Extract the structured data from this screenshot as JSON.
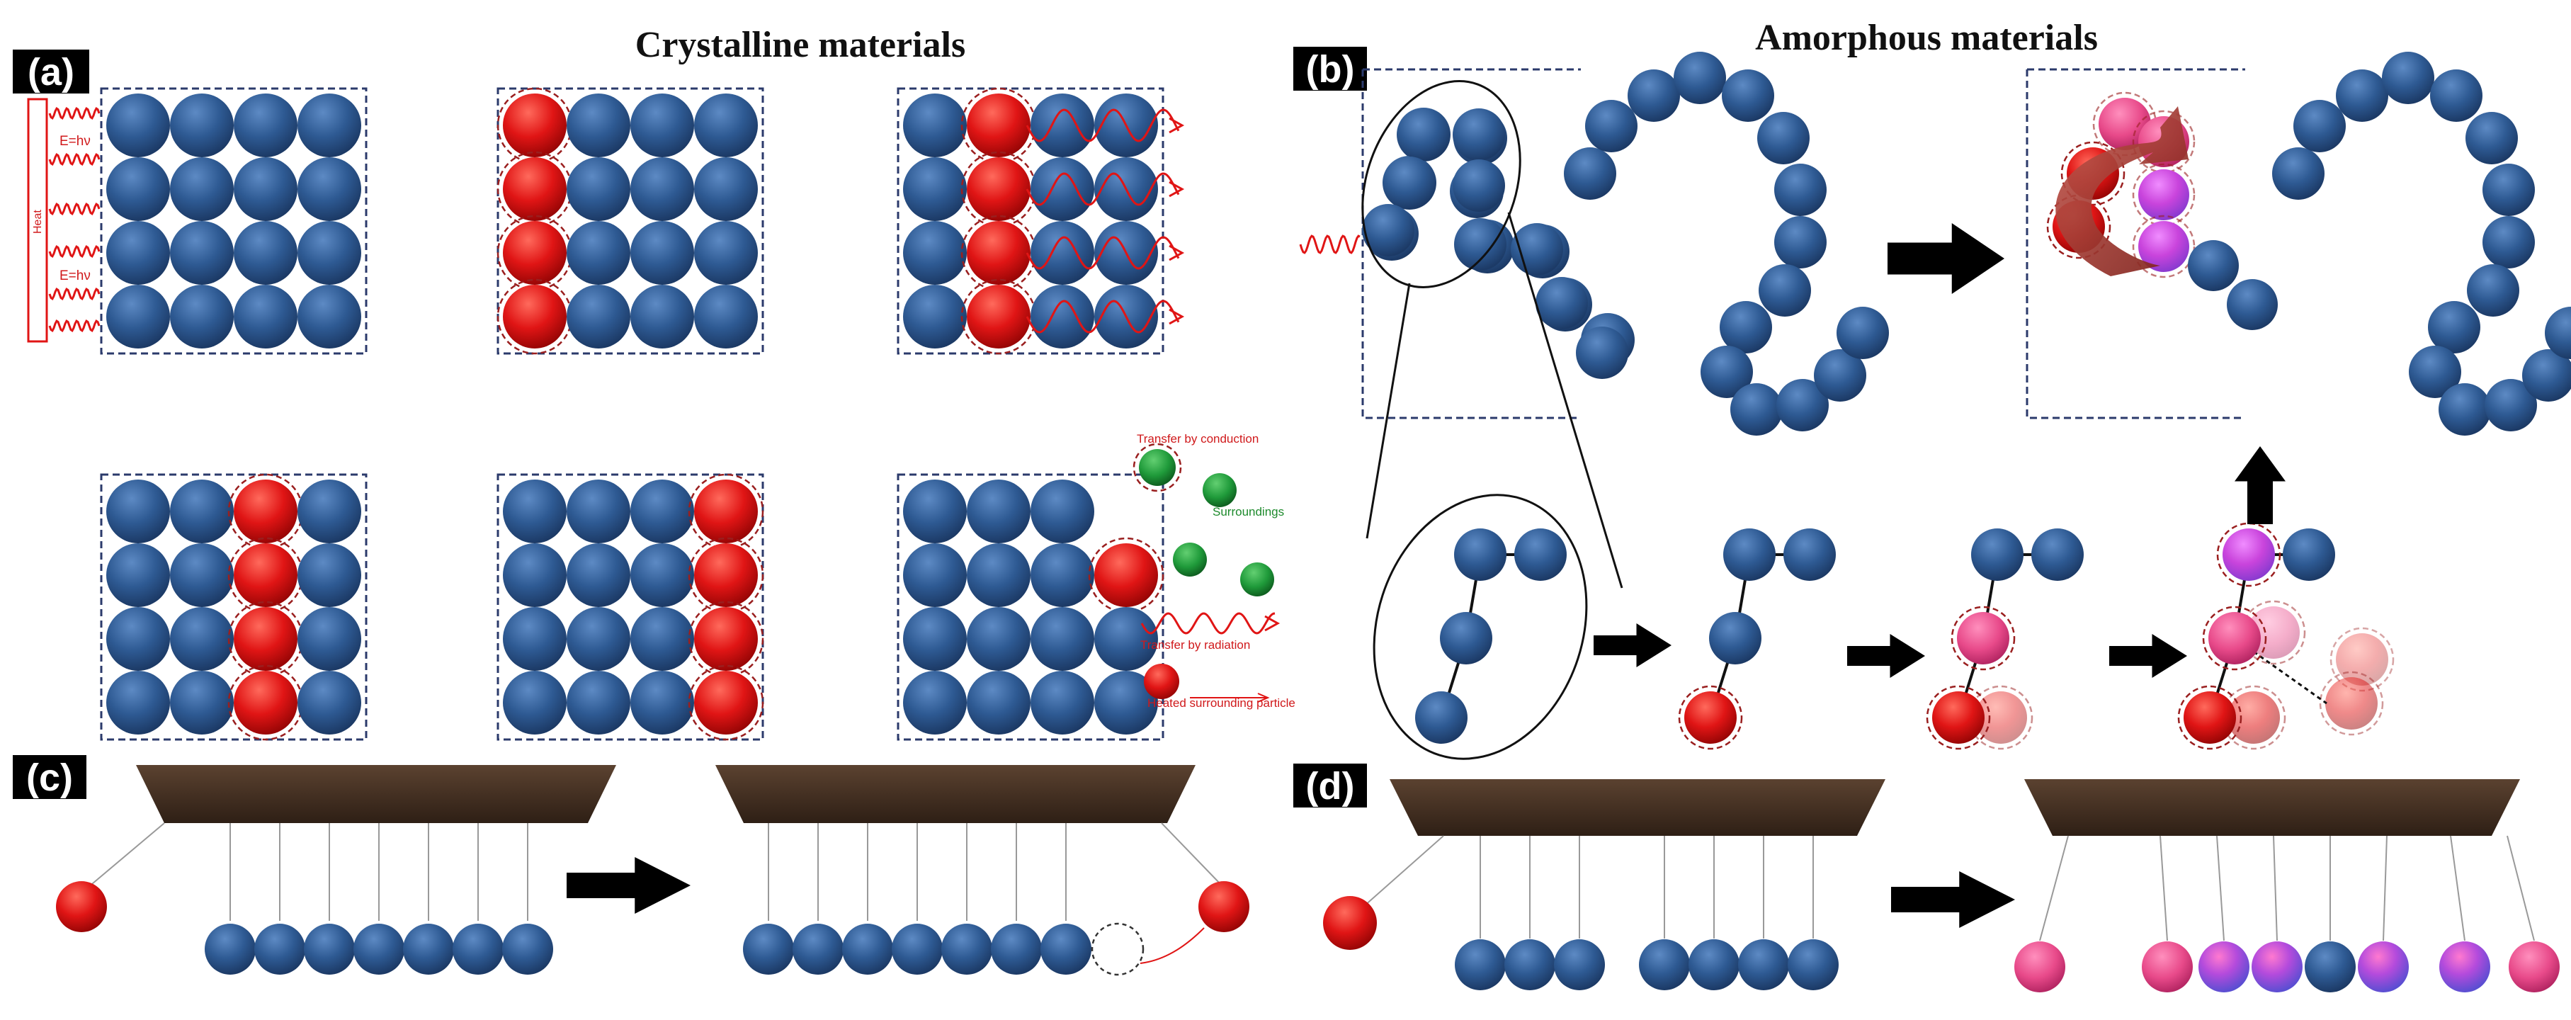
{
  "titles": {
    "crystalline": "Crystalline materials",
    "amorphous": "Amorphous materials"
  },
  "panels": {
    "a": "(a)",
    "b": "(b)",
    "c": "(c)",
    "d": "(d)"
  },
  "panel_a": {
    "heat_label": "Heat",
    "energy_label_1": "E=hν",
    "energy_label_2": "E=hν",
    "legend": {
      "conduction": "Transfer by conduction",
      "surroundings": "Surroundings",
      "radiation": "Transfer by radiation",
      "heated_particle": "Heated surrounding particle"
    }
  },
  "colors": {
    "atom_blue": "#2e5a93",
    "atom_red": "#e01515",
    "atom_pink": "#e84a8a",
    "atom_magenta": "#cc44d8",
    "surround_green": "#1f9a3a",
    "beam_brown": "#3e2b1f",
    "dashed_border": "#2b3a6b"
  }
}
